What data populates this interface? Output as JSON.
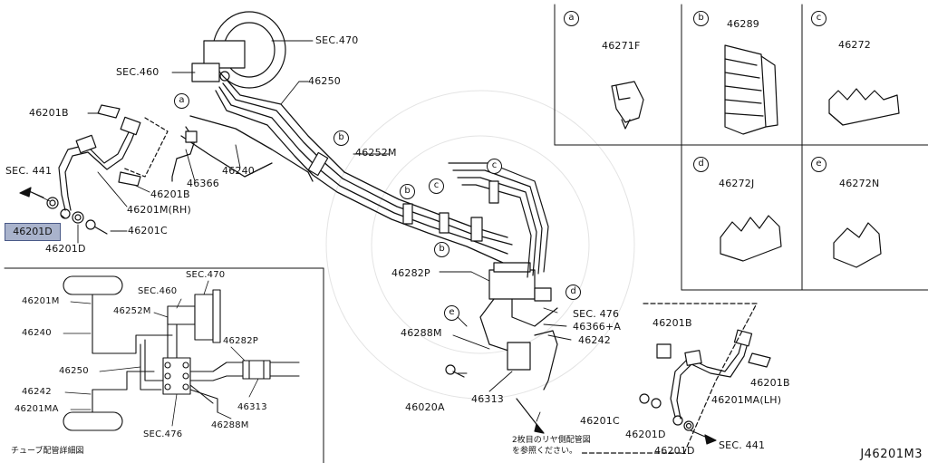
{
  "diagram": {
    "drawing_code": "J46201M3",
    "highlighted_part": "46201D",
    "callouts_main": {
      "sec470": "SEC.470",
      "sec460": "SEC.460",
      "p46250": "46250",
      "p46201B_l": "46201B",
      "sec441_l": "SEC. 441",
      "p46201D_l": "46201D",
      "p46201D_l2": "46201D",
      "p46201C_l": "46201C",
      "p46201M": "46201M(RH)",
      "p46201B_l2": "46201B",
      "p46366": "46366",
      "p46240": "46240",
      "p46252M": "46252M",
      "p46282P": "46282P",
      "p46288M": "46288M",
      "sec476": "SEC. 476",
      "p46366A": "46366+A",
      "p46242": "46242",
      "p46020A": "46020A",
      "p46313": "46313",
      "p46201B_r": "46201B",
      "p46201B_r2": "46201B",
      "p46201MA": "46201MA(LH)",
      "p46201C_r": "46201C",
      "p46201D_r": "46201D",
      "p46201D_r2": "46201D",
      "sec441_r": "SEC. 441",
      "jp_note_1": "2枚目のリヤ側配管図",
      "jp_note_2": "を参照ください。"
    },
    "tags": {
      "a": "a",
      "b": "b",
      "c": "c",
      "d": "d",
      "e": "e"
    },
    "inset_clips": [
      {
        "tag": "a",
        "part": "46271F"
      },
      {
        "tag": "b",
        "part": "46289"
      },
      {
        "tag": "c",
        "part": "46272"
      },
      {
        "tag": "d",
        "part": "46272J"
      },
      {
        "tag": "e",
        "part": "46272N"
      }
    ],
    "detail_inset": {
      "title": "チューブ配管詳細図",
      "labels": {
        "p46201M": "46201M",
        "p46240": "46240",
        "p46250": "46250",
        "p46242": "46242",
        "p46201MA": "46201MA",
        "p46252M": "46252M",
        "sec460": "SEC.460",
        "sec470": "SEC.470",
        "p46282P": "46282P",
        "p46313": "46313",
        "p46288M": "46288M",
        "sec476": "SEC.476"
      }
    }
  }
}
